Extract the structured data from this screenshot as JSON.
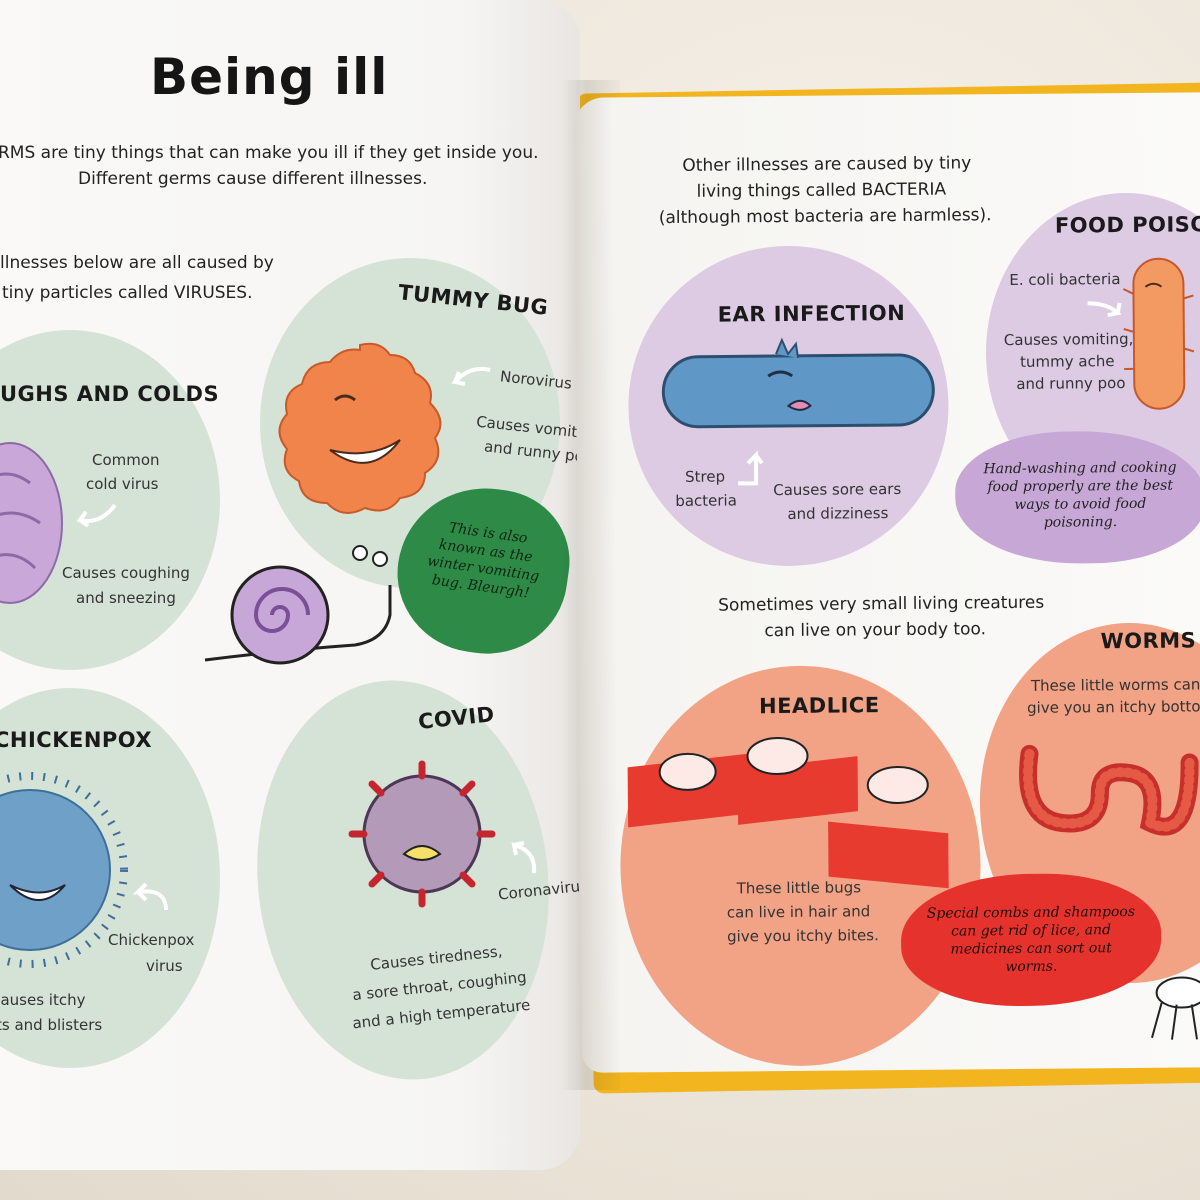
{
  "left_page": {
    "title": "Being ill",
    "intro_line1": "RMS are tiny things that can make you ill if they get inside you.",
    "intro_line2": "Different germs cause different illnesses.",
    "viruses_line1": "llnesses below are all caused by",
    "viruses_line2": "tiny particles called VIRUSES.",
    "coughs": {
      "heading": "UGHS AND COLDS",
      "label1": "Common",
      "label2": "cold virus",
      "desc1": "Causes coughing",
      "desc2": "and sneezing"
    },
    "tummy": {
      "heading": "TUMMY BUG",
      "label": "Norovirus",
      "desc1": "Causes vomiting",
      "desc2": "and runny poo"
    },
    "snail_bubble": "This is also known as the winter vomiting bug. Bleurgh!",
    "chickenpox": {
      "heading": "CHICKENPOX",
      "label1": "Chickenpox",
      "label2": "virus",
      "desc1": "Causes itchy",
      "desc2": "ts and blisters"
    },
    "covid": {
      "heading": "COVID",
      "label": "Coronavirus",
      "desc1": "Causes tiredness,",
      "desc2": "a sore throat, coughing",
      "desc3": "and a high temperature"
    }
  },
  "right_page": {
    "bacteria_line1": "Other illnesses are caused by tiny",
    "bacteria_line2": "living things called BACTERIA",
    "bacteria_line3": "(although most bacteria are harmless).",
    "ear": {
      "heading": "EAR INFECTION",
      "label1": "Strep",
      "label2": "bacteria",
      "desc1": "Causes sore ears",
      "desc2": "and dizziness"
    },
    "food": {
      "heading": "FOOD POISONING",
      "label": "E. coli bacteria",
      "desc1": "Causes vomiting,",
      "desc2": "tummy ache",
      "desc3": "and runny poo"
    },
    "food_bubble": "Hand-washing and cooking food properly are the best ways to avoid food poisoning.",
    "creatures_line1": "Sometimes very small living creatures",
    "creatures_line2": "can live on your body too.",
    "headlice": {
      "heading": "HEADLICE",
      "desc1": "These little bugs",
      "desc2": "can live in hair and",
      "desc3": "give you itchy bites."
    },
    "worms": {
      "heading": "WORMS",
      "desc1": "These little worms can",
      "desc2": "give you an itchy bottom."
    },
    "lice_bubble": "Special combs and shampoos can get rid of lice, and medicines can sort out worms."
  },
  "colors": {
    "green_circle": "#d5e3d6",
    "purple_circle": "#dccbe3",
    "orange_circle": "#f2a285",
    "green_bubble": "#2e8a47",
    "purple_bubble": "#c6a7d6",
    "red_bubble": "#e6322c",
    "book_edge": "#f3b51f"
  },
  "icons": [
    "cold-virus-icon",
    "norovirus-icon",
    "snail-icon",
    "chickenpox-virus-icon",
    "coronavirus-icon",
    "strep-bacteria-icon",
    "ecoli-bacteria-icon",
    "headlice-icon",
    "worms-icon",
    "bug-icon"
  ]
}
